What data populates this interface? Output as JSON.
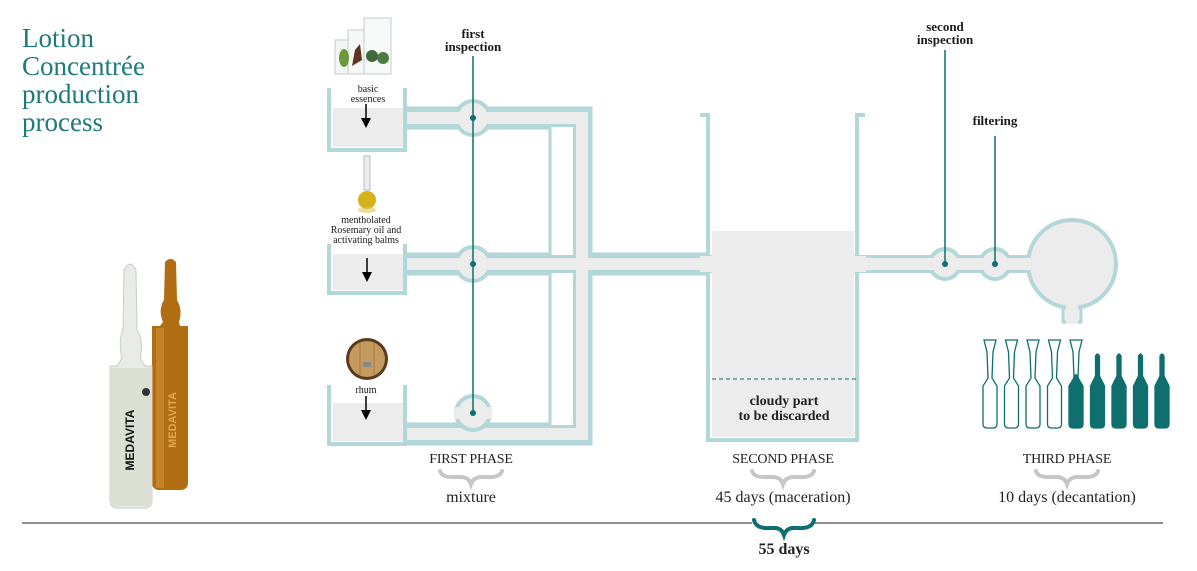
{
  "title": {
    "lines": [
      "Lotion",
      "Concentrée",
      "production",
      "process"
    ],
    "color": "#1f7a7a"
  },
  "colors": {
    "pipe_outline": "#b3d6d8",
    "pipe_fill": "#ececec",
    "accent": "#0f6e6e",
    "brace_gray": "#c4c6c8",
    "text": "#1a1a1a"
  },
  "product": {
    "brand": "MEDAVITA",
    "ampoules": [
      "clear-ampoule",
      "amber-ampoule"
    ]
  },
  "inputs": [
    {
      "label_lines": [
        "basic",
        "essences"
      ],
      "icon": "glass-beakers-with-herbs-icon"
    },
    {
      "label_lines": [
        "mentholated",
        "Rosemary oil and",
        "activating balms"
      ],
      "icon": "oil-flask-icon"
    },
    {
      "label_lines": [
        "rhum"
      ],
      "icon": "barrel-icon"
    }
  ],
  "checkpoints": {
    "first_inspection": [
      "first",
      "inspection"
    ],
    "second_inspection": [
      "second",
      "inspection"
    ],
    "filtering": [
      "filtering"
    ]
  },
  "tank_note": [
    "cloudy part",
    "to be discarded"
  ],
  "phases": [
    {
      "name": "FIRST PHASE",
      "description": "mixture"
    },
    {
      "name": "SECOND PHASE",
      "description": "45 days (maceration)"
    },
    {
      "name": "THIRD PHASE",
      "description": "10 days (decantation)"
    }
  ],
  "total": "55 days",
  "vials": {
    "empty": 4,
    "filling": 1,
    "filled": 4
  }
}
